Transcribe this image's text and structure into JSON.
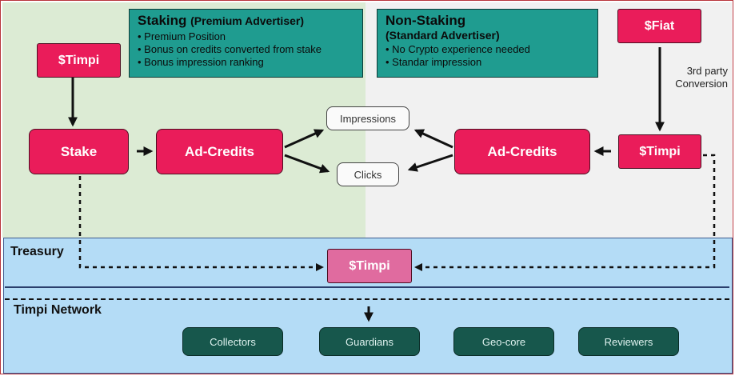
{
  "staking": {
    "title": "Staking",
    "title_suffix": "(Premium Advertiser)",
    "bullets": [
      "Premium Position",
      "Bonus on credits converted from stake",
      "Bonus impression ranking"
    ]
  },
  "non_staking": {
    "title": "Non-Staking",
    "subtitle": "(Standard Advertiser)",
    "bullets": [
      "No Crypto experience needed",
      "Standar impression"
    ]
  },
  "nodes": {
    "timpi_left": "$Timpi",
    "stake": "Stake",
    "adcredits_left": "Ad-Credits",
    "impressions": "Impressions",
    "clicks": "Clicks",
    "adcredits_right": "Ad-Credits",
    "timpi_right": "$Timpi",
    "fiat": "$Fiat",
    "conversion_line1": "3rd party",
    "conversion_line2": "Conversion",
    "timpi_treasury": "$Timpi"
  },
  "sections": {
    "treasury": "Treasury",
    "network": "Timpi Network"
  },
  "network_nodes": [
    "Collectors",
    "Guardians",
    "Geo-core",
    "Reviewers"
  ],
  "colors": {
    "accent_pink": "#ea1c5a",
    "teal": "#1f9c90",
    "dark_teal": "#17574c",
    "staking_bg": "#dcebd4",
    "nonstaking_bg": "#f1f1f1",
    "network_bg": "#b4dcf6"
  }
}
